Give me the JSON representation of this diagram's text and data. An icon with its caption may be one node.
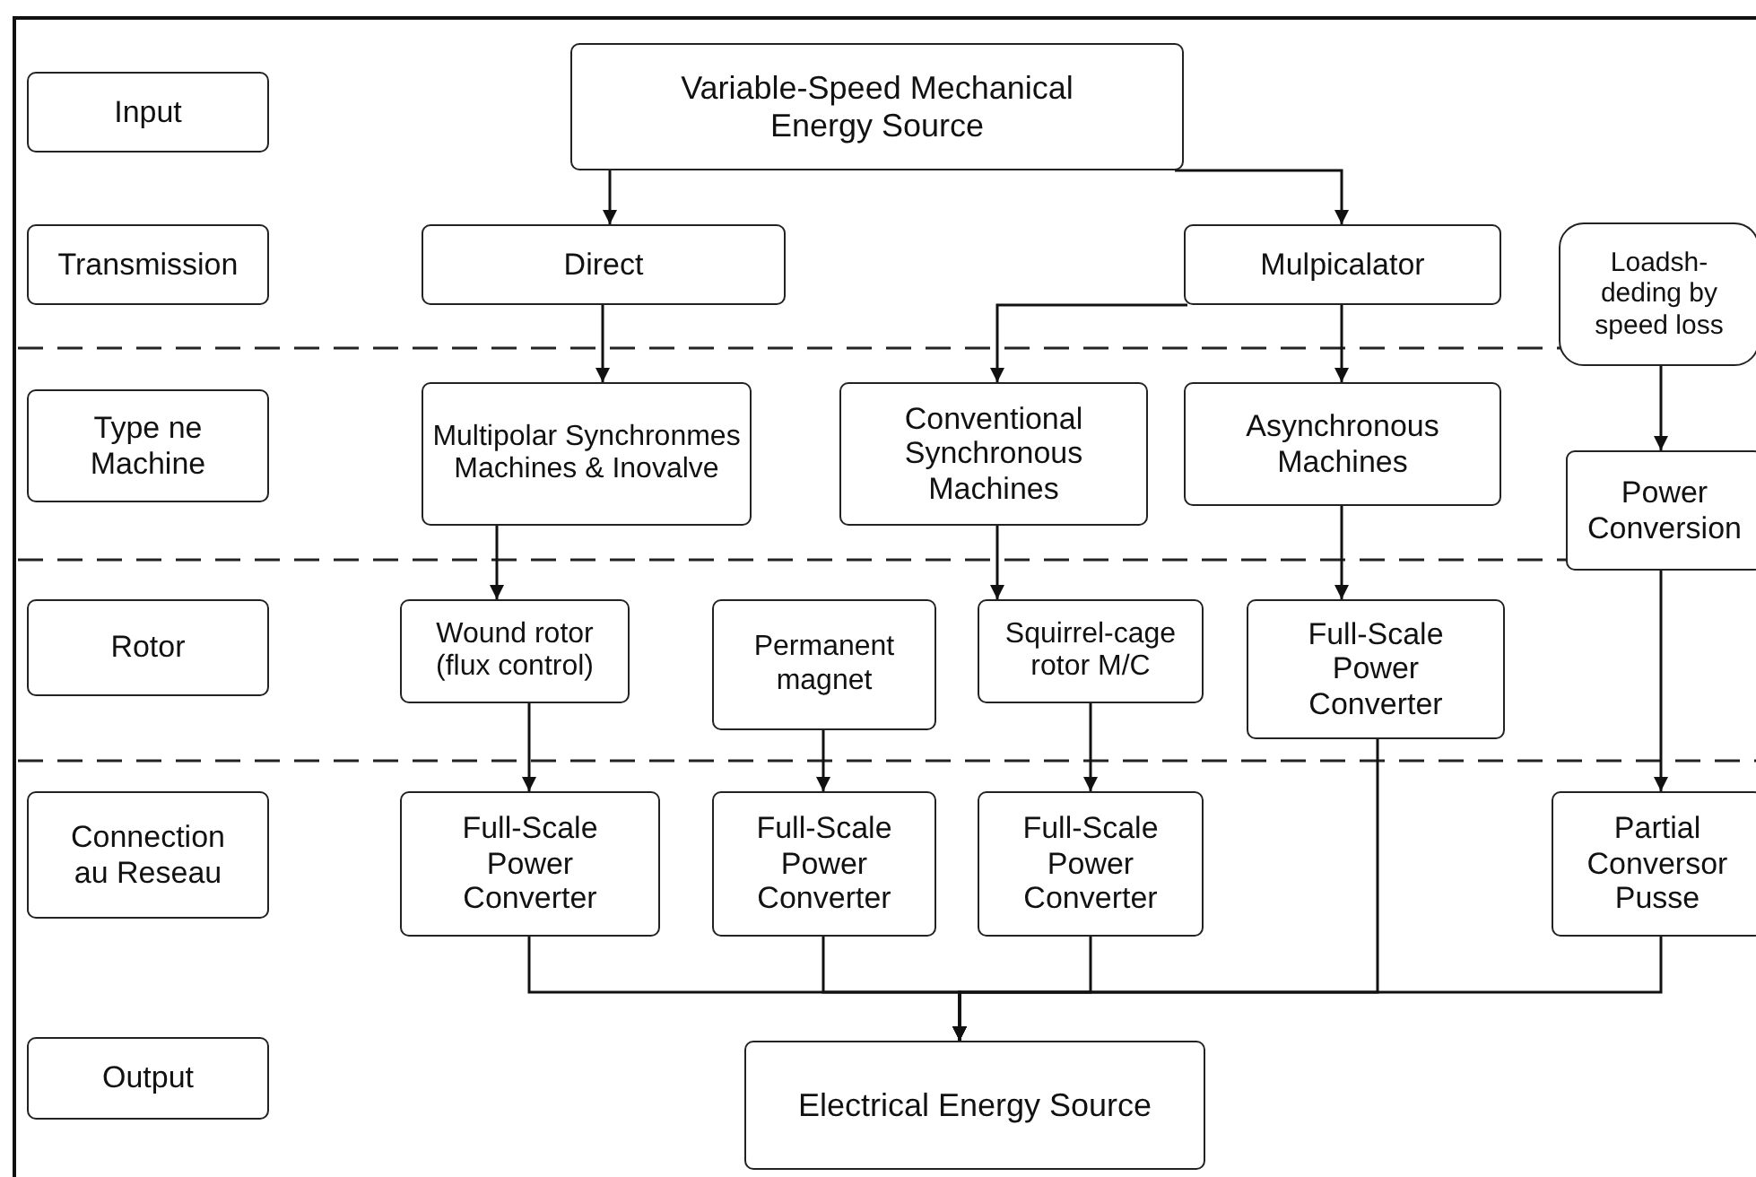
{
  "diagram": {
    "nodes": [
      {
        "text": [
          "Input"
        ]
      },
      {
        "text": [
          "Variable-Speed Mechanical Energy Source"
        ]
      },
      {
        "text": [
          "Transmission"
        ]
      },
      {
        "text": [
          "Direct"
        ]
      },
      {
        "text": [
          "Mulpicalator"
        ]
      },
      {
        "text": [
          "Loadsh- deding by speed loss"
        ]
      },
      {
        "text": [
          "Type ne Machine"
        ]
      },
      {
        "text": [
          "Multipolar Synchronmes Machines & Inovalve"
        ]
      },
      {
        "text": [
          "Conventional Synchronous Machines"
        ]
      },
      {
        "text": [
          "Asynchronous Machines"
        ]
      },
      {
        "text": [
          "Power Conversion"
        ]
      },
      {
        "text": [
          "Rotor"
        ]
      },
      {
        "text": [
          "Wound rotor (flux control)"
        ]
      },
      {
        "text": [
          "Permanent magnet"
        ]
      },
      {
        "text": [
          "Squirrel-cage rotor M/C"
        ]
      },
      {
        "text": [
          "Full-Scale Power Converter"
        ]
      },
      {
        "text": [
          "Connection au Reseau"
        ]
      },
      {
        "text": [
          "Full-Scale Power Converter"
        ]
      },
      {
        "text": [
          "Full-Scale Power Converter"
        ]
      },
      {
        "text": [
          "Full-Scale Power Converter"
        ]
      },
      {
        "text": [
          "Partial Conversor Pusse"
        ]
      },
      {
        "text": [
          "Output"
        ]
      },
      {
        "text": [
          "Electrical Energy Source"
        ]
      }
    ],
    "edges": [
      {
        "from": 1,
        "to": 3,
        "arrow": "to"
      },
      {
        "from": 1,
        "to": 4,
        "arrow": "to"
      },
      {
        "from": 3,
        "to": 7,
        "arrow": "to"
      },
      {
        "from": 4,
        "to": 8,
        "arrow": "to"
      },
      {
        "from": 4,
        "to": 9,
        "arrow": "to"
      },
      {
        "from": 5,
        "to": 10,
        "arrow": "to"
      },
      {
        "from": 7,
        "to": 12,
        "arrow": "to"
      },
      {
        "from": 8,
        "to": 14,
        "arrow": "to"
      },
      {
        "from": 9,
        "to": 15,
        "arrow": "to"
      },
      {
        "from": 10,
        "to": 20,
        "arrow": "to"
      },
      {
        "from": 12,
        "to": 17,
        "arrow": "to"
      },
      {
        "from": 13,
        "to": 18,
        "arrow": "to"
      },
      {
        "from": 14,
        "to": 19,
        "arrow": "to"
      },
      {
        "from": 17,
        "to": 22,
        "arrow": "to"
      },
      {
        "from": 18,
        "to": 22,
        "arrow": "to"
      },
      {
        "from": 19,
        "to": 22,
        "arrow": "to"
      },
      {
        "from": 15,
        "to": 22,
        "arrow": "to"
      },
      {
        "from": 20,
        "to": 22,
        "arrow": "to"
      }
    ]
  }
}
